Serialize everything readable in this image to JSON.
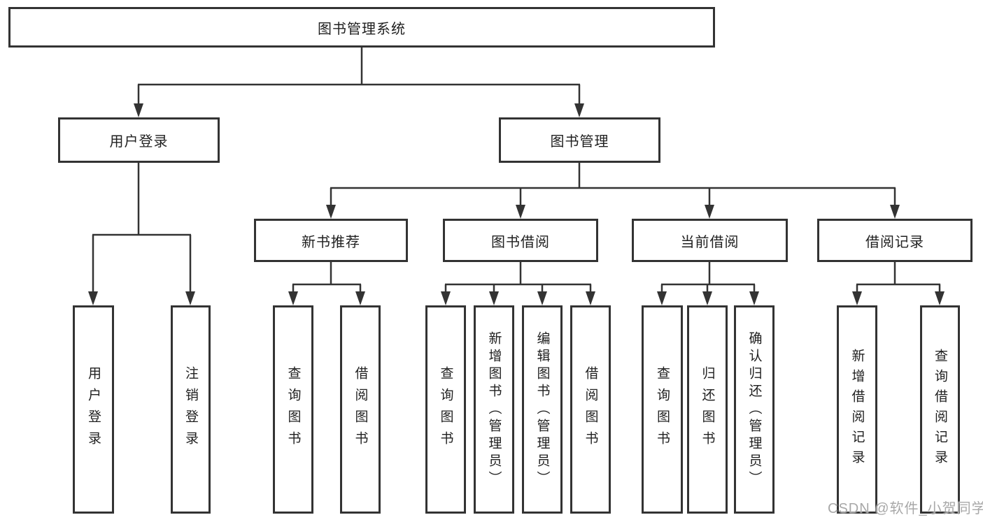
{
  "diagram": {
    "root": {
      "label": "图书管理系统"
    },
    "level2": [
      {
        "label": "用户登录"
      },
      {
        "label": "图书管理"
      }
    ],
    "level3": [
      {
        "label": "新书推荐"
      },
      {
        "label": "图书借阅"
      },
      {
        "label": "当前借阅"
      },
      {
        "label": "借阅记录"
      }
    ],
    "leaves": [
      {
        "label": "用户登录"
      },
      {
        "label": "注销登录"
      },
      {
        "label": "查询图书"
      },
      {
        "label": "借阅图书"
      },
      {
        "label": "查询图书"
      },
      {
        "label": "新增图书（管理员）"
      },
      {
        "label": "编辑图书（管理员）"
      },
      {
        "label": "借阅图书"
      },
      {
        "label": "查询图书"
      },
      {
        "label": "归还图书"
      },
      {
        "label": "确认归还（管理员）"
      },
      {
        "label": "新增借阅记录"
      },
      {
        "label": "查询借阅记录"
      }
    ],
    "watermark": "CSDN @软件_小贺同学",
    "colors": {
      "line": "#333333",
      "text": "#1f1f1f",
      "background": "#ffffff",
      "watermark": "#a8a8a8"
    }
  }
}
